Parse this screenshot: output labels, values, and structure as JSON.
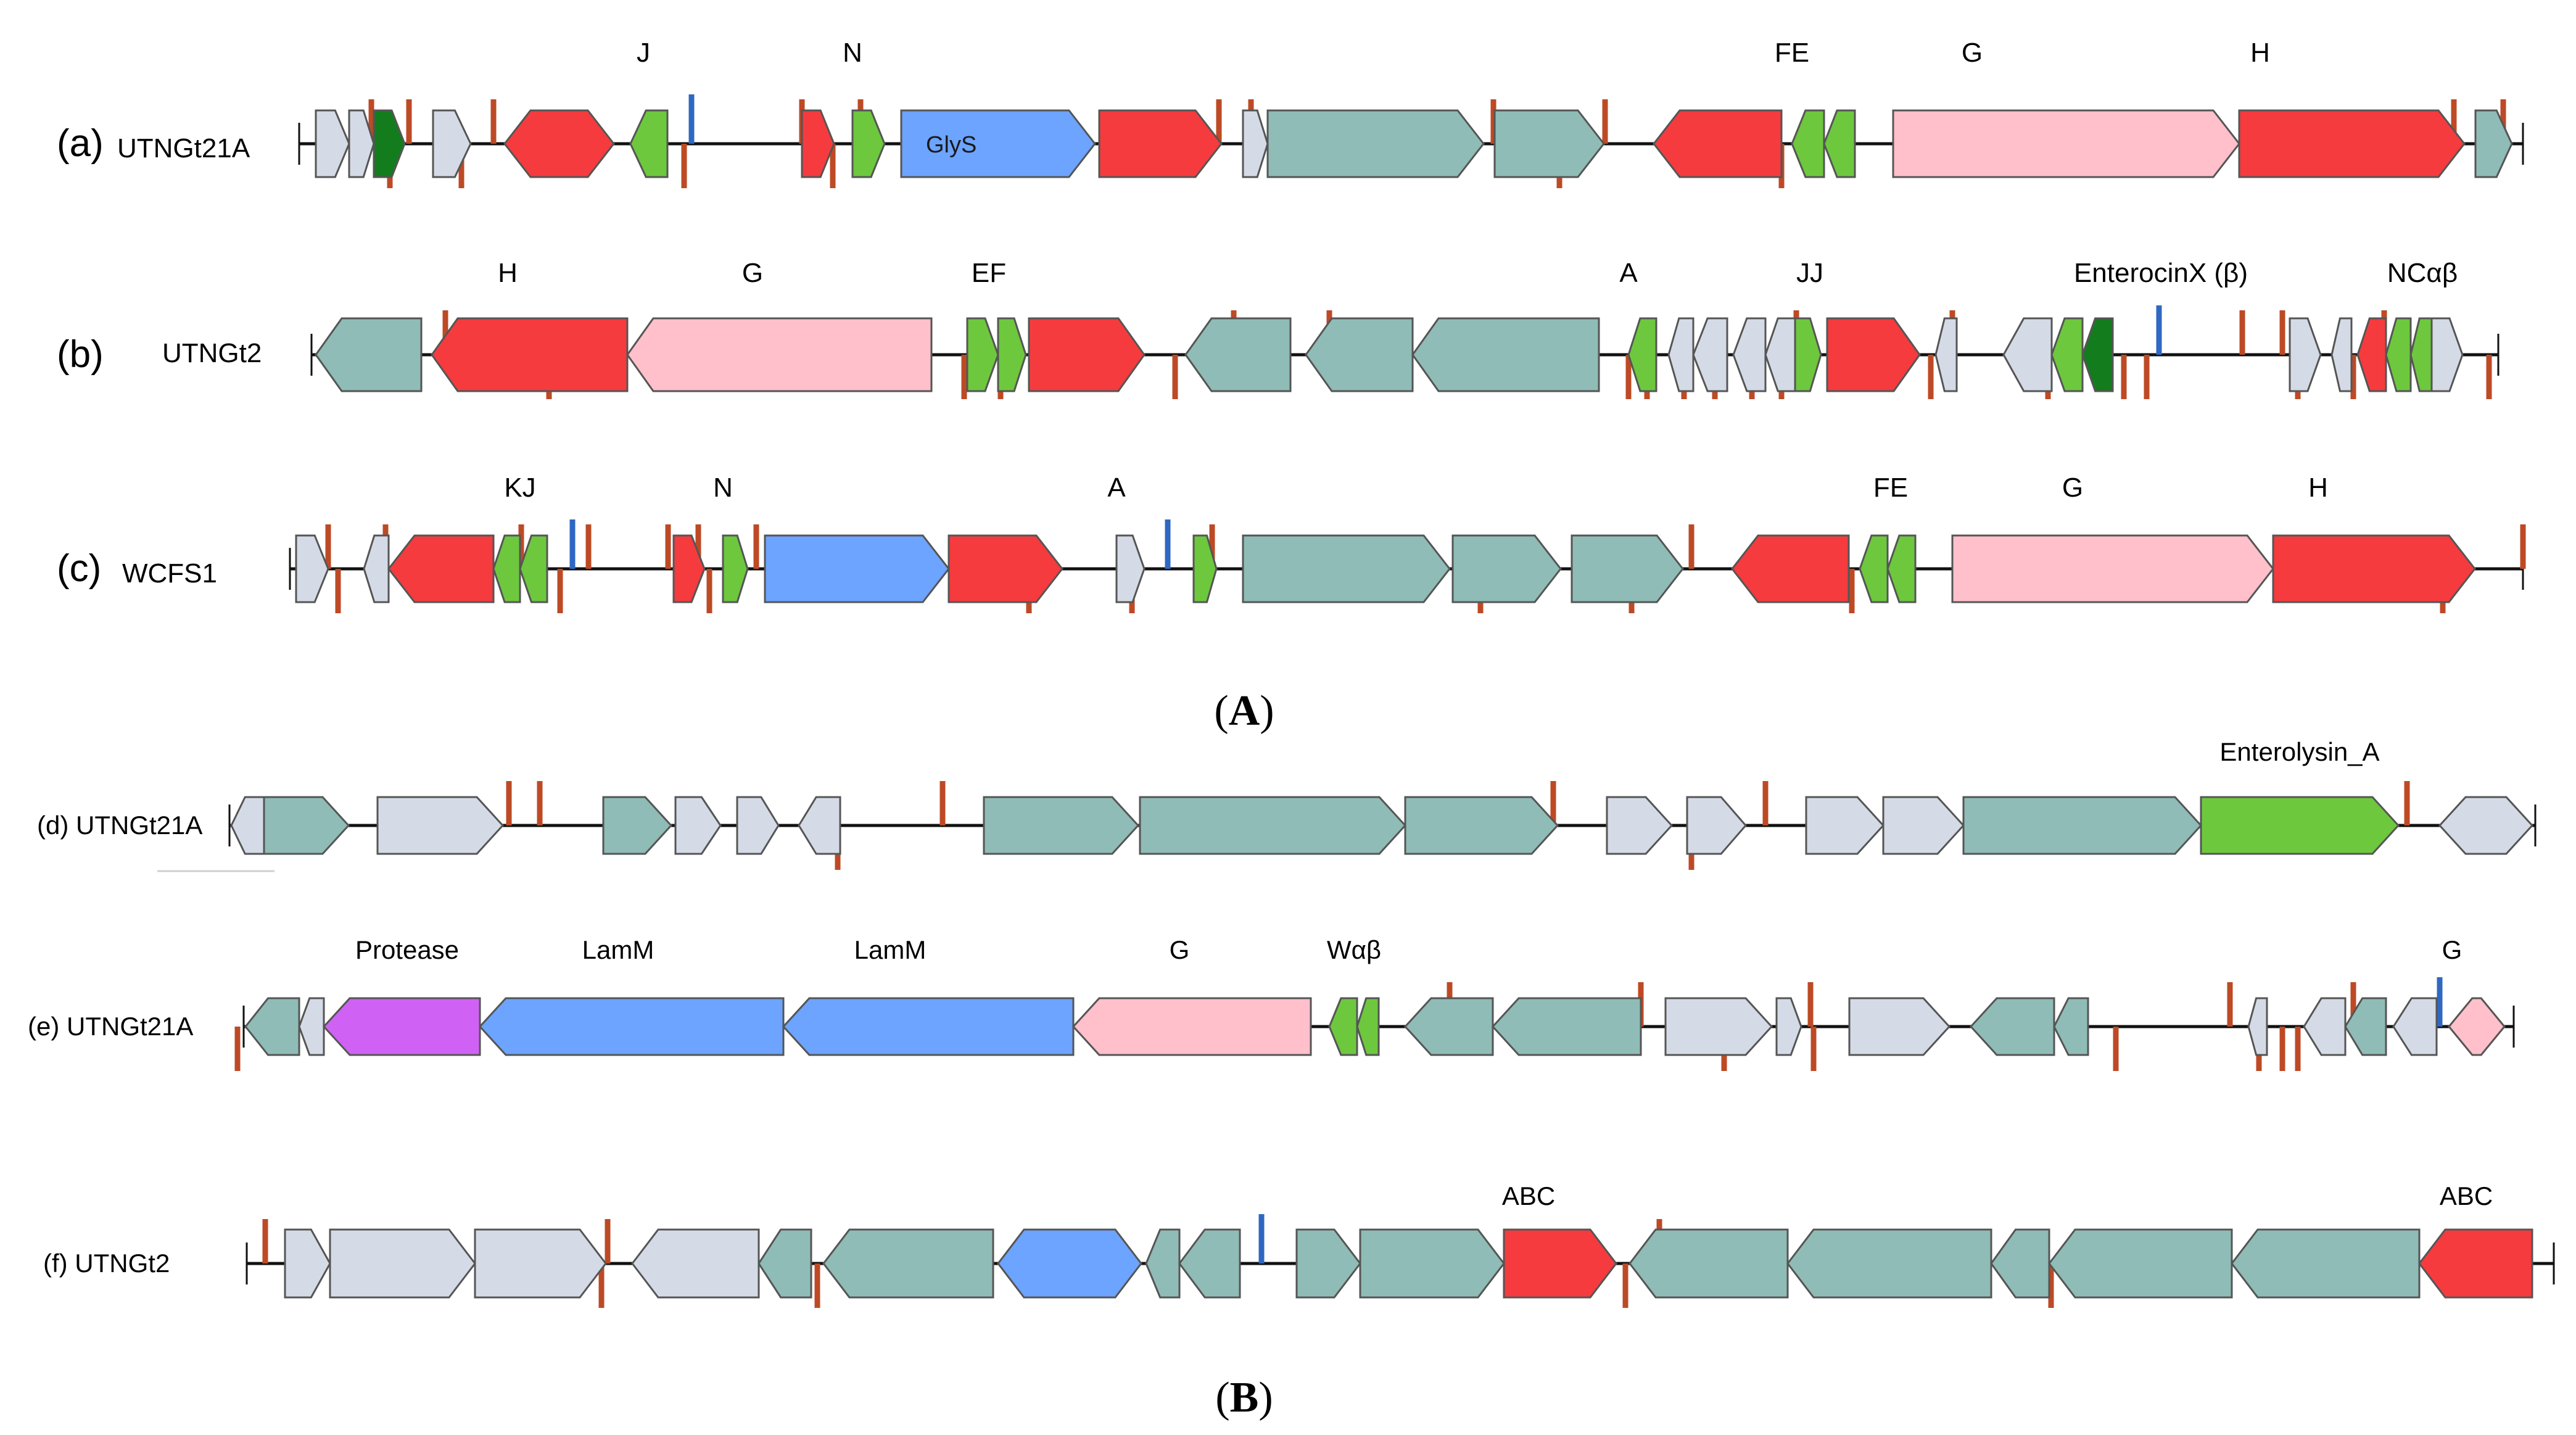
{
  "colors": {
    "red": "#f53b3e",
    "pink": "#ffc0cb",
    "teal": "#8fbcb6",
    "gray": "#d5dbe6",
    "green": "#6dc83d",
    "darkgreen": "#137c1d",
    "blue": "#6ca4ff",
    "purple": "#cf62f4",
    "tick_orange": "#bd4a25",
    "tick_blue": "#2f68c2",
    "line": "#111111",
    "outline": "#555555"
  },
  "panels": [
    {
      "id": "A",
      "label": "(A)"
    },
    {
      "id": "B",
      "label": "(B)"
    }
  ],
  "tracks": [
    {
      "id": "a",
      "letter": "(a)",
      "strain": "UTNGt21A",
      "genes": [
        {
          "start": 512,
          "end": 566,
          "dir": 1,
          "color": "gray"
        },
        {
          "start": 566,
          "end": 606,
          "dir": 1,
          "color": "gray"
        },
        {
          "start": 606,
          "end": 656,
          "dir": 1,
          "color": "darkgreen"
        },
        {
          "start": 702,
          "end": 763,
          "dir": 1,
          "color": "gray"
        },
        {
          "start": 818,
          "end": 995,
          "dir": 0,
          "color": "red"
        },
        {
          "start": 1022,
          "end": 1082,
          "dir": -1,
          "color": "green"
        },
        {
          "start": 1300,
          "end": 1352,
          "dir": 1,
          "color": "red"
        },
        {
          "start": 1382,
          "end": 1434,
          "dir": 1,
          "color": "green"
        },
        {
          "start": 1461,
          "end": 1775,
          "dir": 1,
          "color": "blue",
          "label": "GlyS"
        },
        {
          "start": 1782,
          "end": 1980,
          "dir": 1,
          "color": "red"
        },
        {
          "start": 2015,
          "end": 2055,
          "dir": 1,
          "color": "gray"
        },
        {
          "start": 2055,
          "end": 2405,
          "dir": 1,
          "color": "teal"
        },
        {
          "start": 2423,
          "end": 2600,
          "dir": 1,
          "color": "teal"
        },
        {
          "start": 2681,
          "end": 2888,
          "dir": -1,
          "color": "red"
        },
        {
          "start": 2905,
          "end": 2957,
          "dir": -1,
          "color": "green"
        },
        {
          "start": 2957,
          "end": 3007,
          "dir": -1,
          "color": "green"
        },
        {
          "start": 3069,
          "end": 3630,
          "dir": 1,
          "color": "pink"
        },
        {
          "start": 3630,
          "end": 3995,
          "dir": 1,
          "color": "red"
        },
        {
          "start": 4013,
          "end": 4072,
          "dir": 1,
          "color": "teal"
        }
      ],
      "labels": [
        {
          "pos": 1043,
          "text": "J"
        },
        {
          "pos": 1382,
          "text": "N"
        },
        {
          "pos": 2905,
          "text": "FE"
        },
        {
          "pos": 3197,
          "text": "G"
        },
        {
          "pos": 3664,
          "text": "H"
        }
      ]
    },
    {
      "id": "b",
      "letter": "(b)",
      "strain": "UTNGt2",
      "genes": [
        {
          "start": 512,
          "end": 683,
          "dir": -1,
          "color": "teal"
        },
        {
          "start": 700,
          "end": 1017,
          "dir": -1,
          "color": "red"
        },
        {
          "start": 1017,
          "end": 1510,
          "dir": -1,
          "color": "pink"
        },
        {
          "start": 1568,
          "end": 1618,
          "dir": 1,
          "color": "green"
        },
        {
          "start": 1618,
          "end": 1663,
          "dir": 1,
          "color": "green"
        },
        {
          "start": 1668,
          "end": 1855,
          "dir": 1,
          "color": "red"
        },
        {
          "start": 1922,
          "end": 2092,
          "dir": -1,
          "color": "teal"
        },
        {
          "start": 2117,
          "end": 2290,
          "dir": -1,
          "color": "teal"
        },
        {
          "start": 2290,
          "end": 2592,
          "dir": -1,
          "color": "teal"
        },
        {
          "start": 2640,
          "end": 2685,
          "dir": -1,
          "color": "green"
        },
        {
          "start": 2705,
          "end": 2745,
          "dir": -1,
          "color": "gray"
        },
        {
          "start": 2745,
          "end": 2800,
          "dir": -1,
          "color": "gray"
        },
        {
          "start": 2810,
          "end": 2862,
          "dir": -1,
          "color": "gray"
        },
        {
          "start": 2862,
          "end": 2910,
          "dir": -1,
          "color": "gray"
        },
        {
          "start": 2910,
          "end": 2952,
          "dir": 1,
          "color": "green"
        },
        {
          "start": 2962,
          "end": 3112,
          "dir": 1,
          "color": "red"
        },
        {
          "start": 3138,
          "end": 3172,
          "dir": -1,
          "color": "gray"
        },
        {
          "start": 3248,
          "end": 3326,
          "dir": -1,
          "color": "gray"
        },
        {
          "start": 3326,
          "end": 3376,
          "dir": -1,
          "color": "green"
        },
        {
          "start": 3376,
          "end": 3425,
          "dir": -1,
          "color": "darkgreen"
        },
        {
          "start": 3712,
          "end": 3762,
          "dir": 1,
          "color": "gray"
        },
        {
          "start": 3780,
          "end": 3812,
          "dir": -1,
          "color": "gray"
        },
        {
          "start": 3822,
          "end": 3868,
          "dir": -1,
          "color": "red"
        },
        {
          "start": 3868,
          "end": 3908,
          "dir": -1,
          "color": "green"
        },
        {
          "start": 3908,
          "end": 3942,
          "dir": -1,
          "color": "green"
        },
        {
          "start": 3942,
          "end": 3992,
          "dir": 1,
          "color": "gray"
        }
      ],
      "labels": [
        {
          "pos": 823,
          "text": "H"
        },
        {
          "pos": 1220,
          "text": "G"
        },
        {
          "pos": 1603,
          "text": "EF"
        },
        {
          "pos": 2640,
          "text": "A"
        },
        {
          "pos": 2934,
          "text": "JJ"
        },
        {
          "pos": 3503,
          "text": "EnterocinX (β)"
        },
        {
          "pos": 3927,
          "text": "NCαβ"
        }
      ]
    },
    {
      "id": "c",
      "letter": "(c)",
      "strain": "WCFS1",
      "genes": [
        {
          "start": 480,
          "end": 532,
          "dir": 1,
          "color": "gray"
        },
        {
          "start": 590,
          "end": 630,
          "dir": -1,
          "color": "gray"
        },
        {
          "start": 630,
          "end": 800,
          "dir": -1,
          "color": "red"
        },
        {
          "start": 800,
          "end": 843,
          "dir": -1,
          "color": "green"
        },
        {
          "start": 843,
          "end": 887,
          "dir": -1,
          "color": "green"
        },
        {
          "start": 1092,
          "end": 1142,
          "dir": 1,
          "color": "red"
        },
        {
          "start": 1172,
          "end": 1212,
          "dir": 1,
          "color": "green"
        },
        {
          "start": 1240,
          "end": 1538,
          "dir": 1,
          "color": "blue"
        },
        {
          "start": 1538,
          "end": 1722,
          "dir": 1,
          "color": "red"
        },
        {
          "start": 1810,
          "end": 1855,
          "dir": 1,
          "color": "gray"
        },
        {
          "start": 1935,
          "end": 1972,
          "dir": 1,
          "color": "green"
        },
        {
          "start": 2015,
          "end": 2350,
          "dir": 1,
          "color": "teal"
        },
        {
          "start": 2355,
          "end": 2530,
          "dir": 1,
          "color": "teal"
        },
        {
          "start": 2548,
          "end": 2728,
          "dir": 1,
          "color": "teal"
        },
        {
          "start": 2808,
          "end": 2997,
          "dir": -1,
          "color": "red"
        },
        {
          "start": 3015,
          "end": 3060,
          "dir": -1,
          "color": "green"
        },
        {
          "start": 3060,
          "end": 3105,
          "dir": -1,
          "color": "green"
        },
        {
          "start": 3165,
          "end": 3685,
          "dir": 1,
          "color": "pink"
        },
        {
          "start": 3685,
          "end": 4012,
          "dir": 1,
          "color": "red"
        }
      ],
      "labels": [
        {
          "pos": 843,
          "text": "KJ"
        },
        {
          "pos": 1172,
          "text": "N"
        },
        {
          "pos": 1810,
          "text": "A"
        },
        {
          "pos": 3065,
          "text": "FE"
        },
        {
          "pos": 3360,
          "text": "G"
        },
        {
          "pos": 3758,
          "text": "H"
        }
      ]
    },
    {
      "id": "d",
      "letter": "(d)",
      "strain": "UTNGt21A",
      "genes": [
        {
          "start": 375,
          "end": 428,
          "dir": -1,
          "color": "gray"
        },
        {
          "start": 428,
          "end": 565,
          "dir": 1,
          "color": "teal"
        },
        {
          "start": 612,
          "end": 815,
          "dir": 1,
          "color": "gray"
        },
        {
          "start": 978,
          "end": 1088,
          "dir": 1,
          "color": "teal"
        },
        {
          "start": 1095,
          "end": 1168,
          "dir": 1,
          "color": "gray"
        },
        {
          "start": 1195,
          "end": 1262,
          "dir": 1,
          "color": "gray"
        },
        {
          "start": 1295,
          "end": 1362,
          "dir": -1,
          "color": "gray"
        },
        {
          "start": 1595,
          "end": 1845,
          "dir": 1,
          "color": "teal"
        },
        {
          "start": 1848,
          "end": 2278,
          "dir": 1,
          "color": "teal"
        },
        {
          "start": 2278,
          "end": 2525,
          "dir": 1,
          "color": "teal"
        },
        {
          "start": 2605,
          "end": 2710,
          "dir": 1,
          "color": "gray"
        },
        {
          "start": 2735,
          "end": 2830,
          "dir": 1,
          "color": "gray"
        },
        {
          "start": 2928,
          "end": 3053,
          "dir": 1,
          "color": "gray"
        },
        {
          "start": 3053,
          "end": 3183,
          "dir": 1,
          "color": "gray"
        },
        {
          "start": 3183,
          "end": 3568,
          "dir": 1,
          "color": "teal"
        },
        {
          "start": 3568,
          "end": 3888,
          "dir": 1,
          "color": "green"
        },
        {
          "start": 3955,
          "end": 4105,
          "dir": 0,
          "color": "gray"
        }
      ],
      "labels": [
        {
          "pos": 3728,
          "text": "Enterolysin_A"
        }
      ]
    },
    {
      "id": "e",
      "letter": "(e)",
      "strain": "UTNGt21A",
      "genes": [
        {
          "start": 398,
          "end": 485,
          "dir": -1,
          "color": "teal"
        },
        {
          "start": 485,
          "end": 525,
          "dir": -1,
          "color": "gray"
        },
        {
          "start": 525,
          "end": 778,
          "dir": -1,
          "color": "purple"
        },
        {
          "start": 778,
          "end": 1270,
          "dir": -1,
          "color": "blue"
        },
        {
          "start": 1270,
          "end": 1740,
          "dir": -1,
          "color": "blue"
        },
        {
          "start": 1740,
          "end": 2125,
          "dir": -1,
          "color": "pink"
        },
        {
          "start": 2155,
          "end": 2200,
          "dir": -1,
          "color": "green"
        },
        {
          "start": 2200,
          "end": 2235,
          "dir": -1,
          "color": "green"
        },
        {
          "start": 2278,
          "end": 2420,
          "dir": -1,
          "color": "teal"
        },
        {
          "start": 2420,
          "end": 2660,
          "dir": -1,
          "color": "teal"
        },
        {
          "start": 2700,
          "end": 2872,
          "dir": 1,
          "color": "gray"
        },
        {
          "start": 2880,
          "end": 2920,
          "dir": 1,
          "color": "gray"
        },
        {
          "start": 2998,
          "end": 3160,
          "dir": 1,
          "color": "gray"
        },
        {
          "start": 3195,
          "end": 3330,
          "dir": -1,
          "color": "teal"
        },
        {
          "start": 3330,
          "end": 3385,
          "dir": -1,
          "color": "teal"
        },
        {
          "start": 3645,
          "end": 3675,
          "dir": -1,
          "color": "gray"
        },
        {
          "start": 3735,
          "end": 3802,
          "dir": -1,
          "color": "gray"
        },
        {
          "start": 3802,
          "end": 3868,
          "dir": -1,
          "color": "teal"
        },
        {
          "start": 3880,
          "end": 3950,
          "dir": -1,
          "color": "gray"
        },
        {
          "start": 3970,
          "end": 4060,
          "dir": 0,
          "color": "pink"
        }
      ],
      "labels": [
        {
          "pos": 660,
          "text": "Protease"
        },
        {
          "pos": 1002,
          "text": "LamM"
        },
        {
          "pos": 1443,
          "text": "LamM"
        },
        {
          "pos": 1912,
          "text": "G"
        },
        {
          "pos": 2195,
          "text": "Wαβ"
        },
        {
          "pos": 3975,
          "text": "G"
        }
      ]
    },
    {
      "id": "f",
      "letter": "(f)",
      "strain": "UTNGt2",
      "genes": [
        {
          "start": 462,
          "end": 535,
          "dir": 1,
          "color": "gray"
        },
        {
          "start": 535,
          "end": 770,
          "dir": 1,
          "color": "gray"
        },
        {
          "start": 770,
          "end": 982,
          "dir": 1,
          "color": "gray"
        },
        {
          "start": 1025,
          "end": 1230,
          "dir": -1,
          "color": "gray"
        },
        {
          "start": 1230,
          "end": 1315,
          "dir": -1,
          "color": "teal"
        },
        {
          "start": 1335,
          "end": 1610,
          "dir": -1,
          "color": "teal"
        },
        {
          "start": 1618,
          "end": 1850,
          "dir": 0,
          "color": "blue"
        },
        {
          "start": 1858,
          "end": 1912,
          "dir": -1,
          "color": "teal"
        },
        {
          "start": 1912,
          "end": 2010,
          "dir": -1,
          "color": "teal"
        },
        {
          "start": 2102,
          "end": 2205,
          "dir": 1,
          "color": "teal"
        },
        {
          "start": 2205,
          "end": 2438,
          "dir": 1,
          "color": "teal"
        },
        {
          "start": 2438,
          "end": 2620,
          "dir": 1,
          "color": "red"
        },
        {
          "start": 2642,
          "end": 2898,
          "dir": -1,
          "color": "teal"
        },
        {
          "start": 2898,
          "end": 3228,
          "dir": -1,
          "color": "teal"
        },
        {
          "start": 3228,
          "end": 3322,
          "dir": -1,
          "color": "teal"
        },
        {
          "start": 3322,
          "end": 3618,
          "dir": -1,
          "color": "teal"
        },
        {
          "start": 3618,
          "end": 3922,
          "dir": -1,
          "color": "teal"
        },
        {
          "start": 3922,
          "end": 4105,
          "dir": -1,
          "color": "red"
        }
      ],
      "labels": [
        {
          "pos": 2478,
          "text": "ABC"
        },
        {
          "pos": 3998,
          "text": "ABC"
        }
      ]
    }
  ]
}
